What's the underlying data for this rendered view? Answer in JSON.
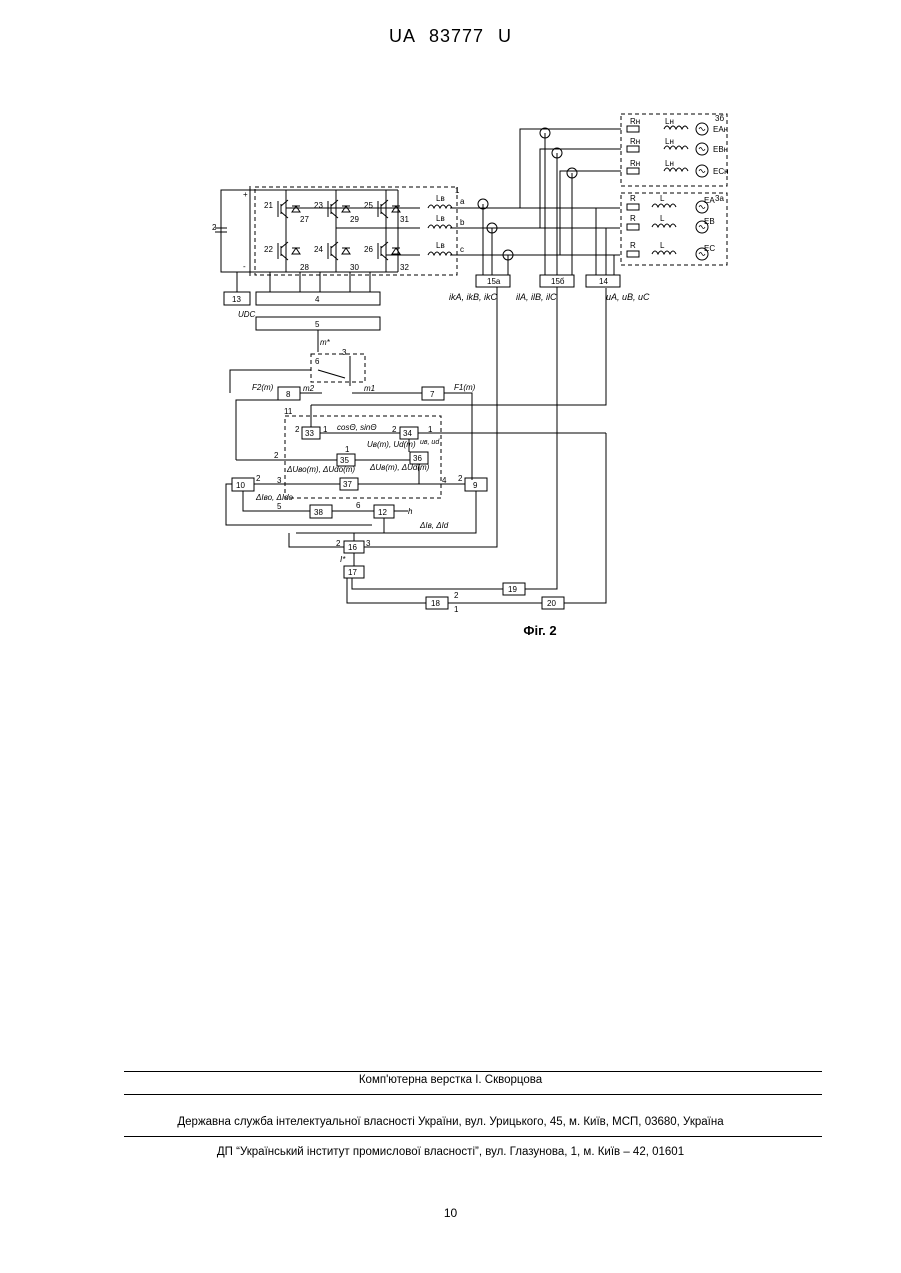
{
  "document": {
    "header": "UA 83777 U",
    "figure_caption": "Фіг. 2",
    "page_number": "10"
  },
  "figure": {
    "block_labels": {
      "b1": "1",
      "b2": "2",
      "b3a": "3а",
      "b3b": "3б",
      "b4": "4",
      "b5": "5",
      "b6": "6",
      "b7": "7",
      "b8": "8",
      "b9": "9",
      "b10": "10",
      "b11": "11",
      "b12": "12",
      "b13": "13",
      "b14": "14",
      "b15a": "15а",
      "b15b": "15б",
      "b16": "16",
      "b17": "17",
      "b18": "18",
      "b19": "19",
      "b20": "20",
      "b33": "33",
      "b34": "34",
      "b35": "35",
      "b36": "36",
      "b37": "37",
      "b38": "38"
    },
    "switch_labels": [
      "21",
      "22",
      "23",
      "24",
      "25",
      "26"
    ],
    "diode_labels": [
      "27",
      "28",
      "29",
      "30",
      "31",
      "32"
    ],
    "phase_labels": [
      "a",
      "b",
      "c"
    ],
    "filter_inductor": "Lв",
    "grid_branches": [
      {
        "r": "R",
        "l": "L",
        "e": "EA"
      },
      {
        "r": "R",
        "l": "L",
        "e": "EB"
      },
      {
        "r": "R",
        "l": "L",
        "e": "EC"
      }
    ],
    "nonlinear_branches": [
      {
        "r": "Rн",
        "l": "Lн",
        "e": "EAн"
      },
      {
        "r": "Rн",
        "l": "Lн",
        "e": "EBн"
      },
      {
        "r": "Rн",
        "l": "Lн",
        "e": "ECн"
      }
    ],
    "signals": {
      "udc": "UDC",
      "ik": "ikA, ikB, ikC",
      "il": "ilA, ilB, ilC",
      "u": "uA, uB, uC",
      "m_star": "m*",
      "f2": "F2(m)",
      "f1": "F1(m)",
      "m2": "m2",
      "m1": "m1",
      "cos_sin": "cosΘ, sinΘ",
      "uv_ud": "Uв(m), Ud(m)",
      "du": "ΔUв(m), ΔUd(m)",
      "duo": "ΔUво(m), ΔUdо(m)",
      "dio": "ΔIво, ΔIdо",
      "di": "ΔIв, ΔId",
      "i_star": "I*",
      "h": "h",
      "u_vd": "uв, ud",
      "plus": "+",
      "minus": "-"
    },
    "port_numbers": {
      "n1": "1",
      "n2": "2",
      "n3": "3",
      "n4": "4",
      "n5": "5",
      "n6": "6"
    }
  },
  "footer": {
    "line1": "Комп'ютерна верстка І. Скворцова",
    "line2": "Державна служба інтелектуальної власності України, вул. Урицького, 45, м. Київ, МСП, 03680, Україна",
    "line3": "ДП “Український інститут промислової власності”, вул. Глазунова, 1, м. Київ – 42, 01601"
  }
}
